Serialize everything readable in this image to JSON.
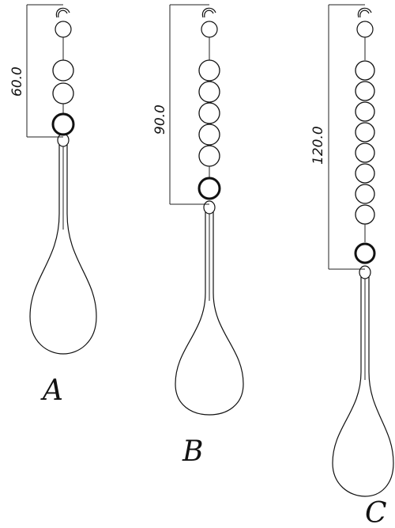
{
  "pendants": [
    {
      "label": "A",
      "dimension": "60.0",
      "beads": 2
    },
    {
      "label": "B",
      "dimension": "90.0",
      "beads": 5
    },
    {
      "label": "C",
      "dimension": "120.0",
      "beads": 8
    }
  ],
  "colors": {
    "line": "#111111",
    "background": "#ffffff"
  }
}
